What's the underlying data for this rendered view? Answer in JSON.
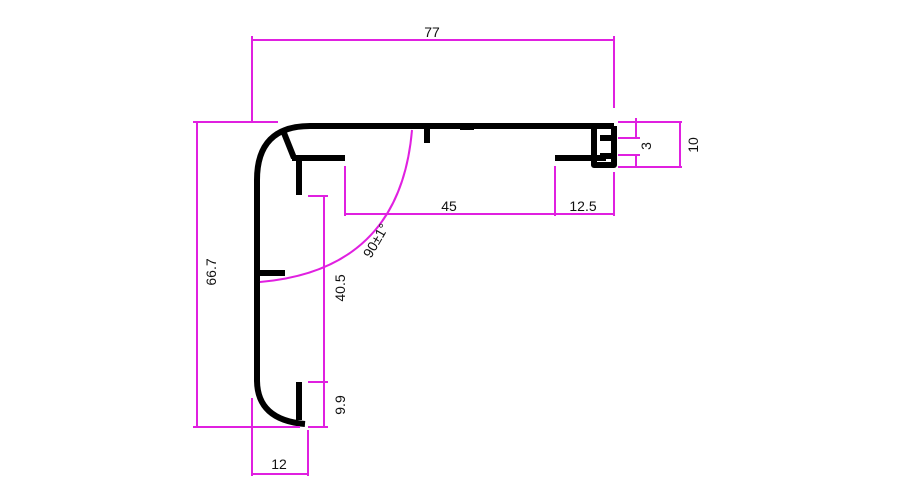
{
  "diagram": {
    "colors": {
      "profile": "#000000",
      "dimension": "#e020e0",
      "text": "#111111",
      "background": "#ffffff"
    },
    "dimensions": {
      "overall_width": "77",
      "inner_span": "45",
      "end_span": "12.5",
      "slot_height": "10",
      "slot_gap": "3",
      "overall_height": "66.7",
      "inner_height": "40.5",
      "lower_height": "9.9",
      "bottom_width": "12",
      "angle": "90±1°"
    }
  }
}
